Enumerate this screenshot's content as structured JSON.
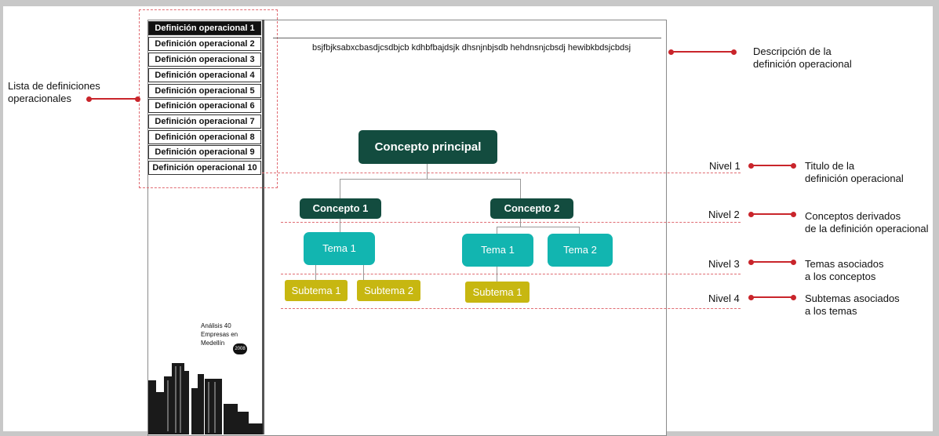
{
  "menu": {
    "items": [
      "Definición operacional 1",
      "Definición operacional 2",
      "Definición operacional 3",
      "Definición operacional 4",
      "Definición operacional 5",
      "Definición operacional 6",
      "Definición operacional 7",
      "Definición operacional 8",
      "Definición operacional 9",
      "Definición operacional 10"
    ]
  },
  "description": "bsjfbjksabxcbasdjcsdbjcb kdhbfbajdsjk dhsnjnbjsdb hehdnsnjcbsdj hewibkbdsjcbdsj",
  "diagram": {
    "main": "Concepto principal",
    "concept1": "Concepto 1",
    "concept2": "Concepto 2",
    "c1_tema1": "Tema 1",
    "c2_tema1": "Tema 1",
    "c2_tema2": "Tema 2",
    "c1_sub1": "Subtema 1",
    "c1_sub2": "Subtema 2",
    "c2_sub1": "Subtema 1"
  },
  "logo": {
    "line1": "Análisis 40",
    "line2": "Empresas en",
    "line3": "Medellín",
    "year": "2008"
  },
  "annotations": {
    "list": [
      "Lista de definiciones",
      "operacionales"
    ],
    "description": [
      "Descripción de la",
      "definición operacional"
    ],
    "levels": [
      {
        "label": "Nivel 1",
        "desc": [
          "Titulo de la",
          "definición operacional"
        ]
      },
      {
        "label": "Nivel 2",
        "desc": [
          "Conceptos derivados",
          "de la definición operacional"
        ]
      },
      {
        "label": "Nivel 3",
        "desc": [
          "Temas asociados",
          "a los conceptos"
        ]
      },
      {
        "label": "Nivel 4",
        "desc": [
          "Subtemas asociados",
          "a los temas"
        ]
      }
    ]
  },
  "colors": {
    "dark_node": "#134c3f",
    "teal_node": "#12b5b0",
    "olive_node": "#c7b711",
    "annotation_red": "#c9252b",
    "guide_dash": "#e06b72"
  }
}
